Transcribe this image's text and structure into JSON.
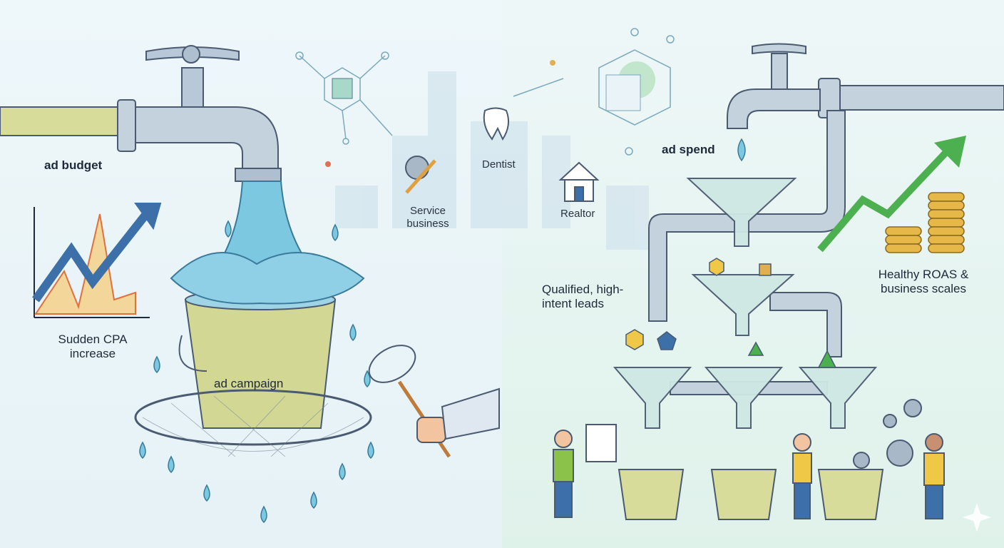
{
  "left_panel": {
    "pipe_label": "ad budget",
    "chart_label": "Sudden CPA increase",
    "bucket_label": "ad campaign"
  },
  "center": {
    "businesses": [
      "Service business",
      "Dentist",
      "Realtor"
    ]
  },
  "right_panel": {
    "pipe_label": "ad spend",
    "leads_label": "Qualified, high-intent leads",
    "result_label": "Healthy ROAS & business scales"
  },
  "colors": {
    "water": "#7cc8e0",
    "pipe": "#b8c8d8",
    "bucket": "#d8d890",
    "growth_arrow": "#4caf50",
    "cpa_arrow": "#3d6fa8",
    "coins": "#e6b84a"
  }
}
